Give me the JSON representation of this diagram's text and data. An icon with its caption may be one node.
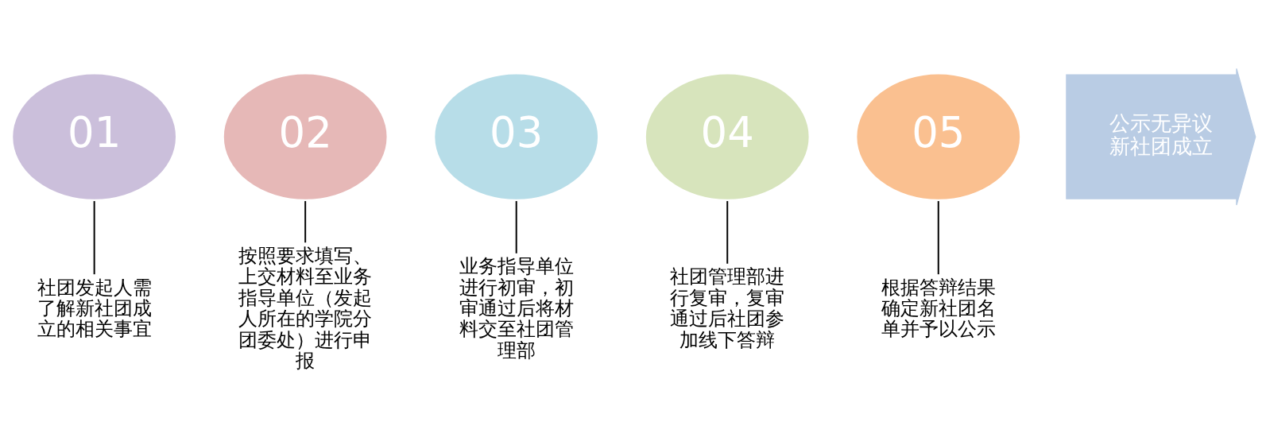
{
  "diagram": {
    "nodes": [
      {
        "text": [
          "01"
        ]
      },
      {
        "text": [
          "社团发起人需了解新社团成立的相关事宜"
        ]
      },
      {
        "text": [
          "02"
        ]
      },
      {
        "text": [
          "按照要求填写、上交材料至业务指导单位（发起人所在的学院分团委处）进行申报"
        ]
      },
      {
        "text": [
          "03"
        ]
      },
      {
        "text": [
          "业务指导单位进行初审，初审通过后将材料交至社团管理部"
        ]
      },
      {
        "text": [
          "04"
        ]
      },
      {
        "text": [
          "社团管理部进行复审，复审通过后社团参加线下答辩"
        ]
      },
      {
        "text": [
          "05"
        ]
      },
      {
        "text": [
          "根据答辩结果确定新社团名单并予以公示"
        ]
      },
      {
        "text": [
          "公示无异议新社团成立"
        ]
      }
    ],
    "edges": [
      {
        "from": 0,
        "to": 1,
        "arrow": "none"
      },
      {
        "from": 2,
        "to": 3,
        "arrow": "none"
      },
      {
        "from": 4,
        "to": 5,
        "arrow": "none"
      },
      {
        "from": 6,
        "to": 7,
        "arrow": "none"
      },
      {
        "from": 8,
        "to": 9,
        "arrow": "none"
      }
    ]
  }
}
